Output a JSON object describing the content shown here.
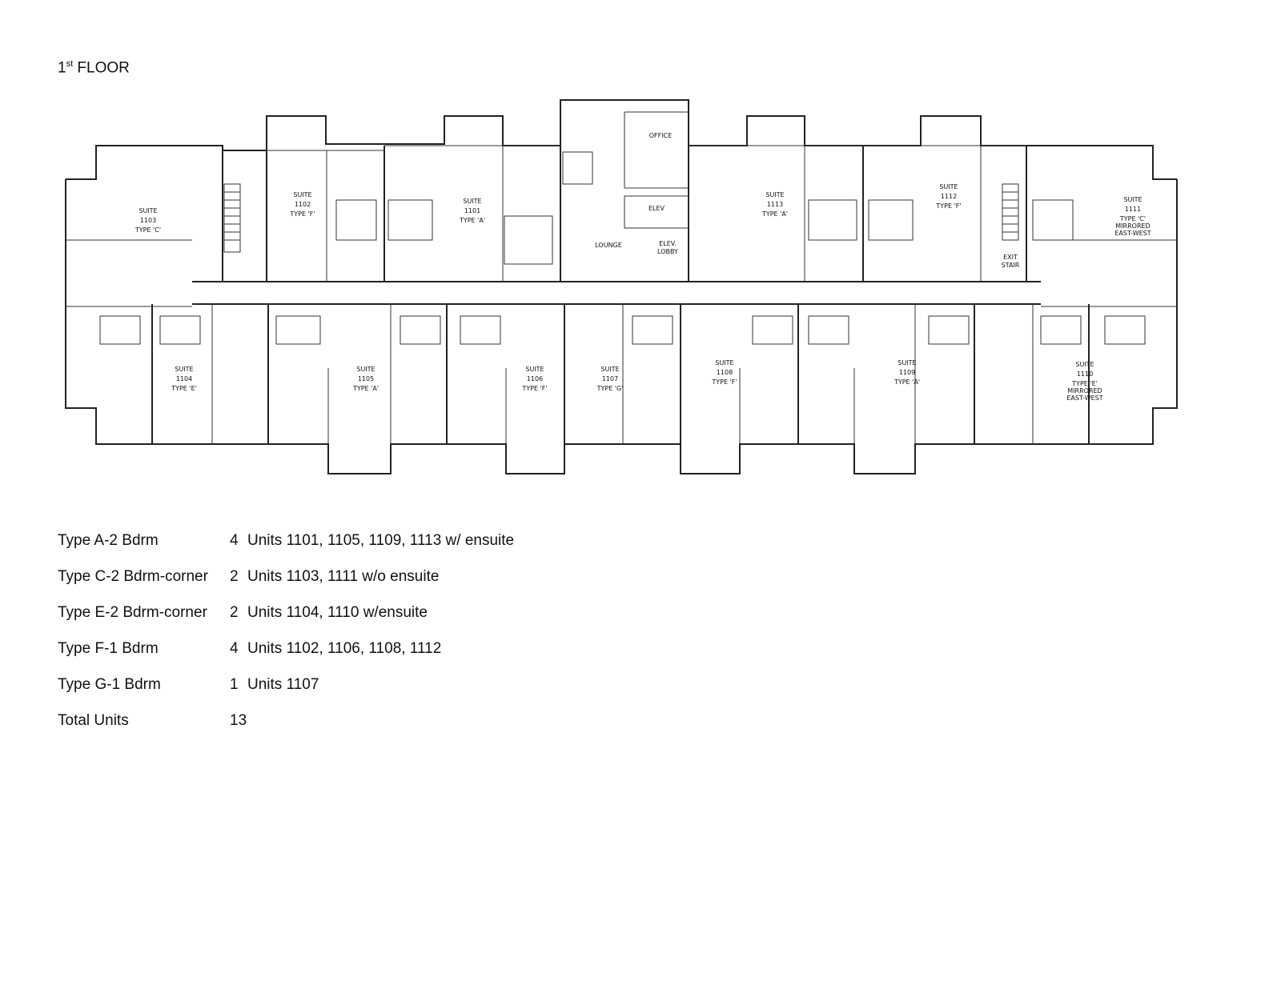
{
  "page": {
    "title_num": "1",
    "title_sup": "st",
    "title_rest": " FLOOR"
  },
  "plan": {
    "suites_top": [
      {
        "line1": "SUITE",
        "line2": "1103",
        "line3": "TYPE 'C'",
        "line4": "",
        "line5": ""
      },
      {
        "line1": "SUITE",
        "line2": "1102",
        "line3": "TYPE 'F'",
        "line4": "",
        "line5": ""
      },
      {
        "line1": "SUITE",
        "line2": "1101",
        "line3": "TYPE 'A'",
        "line4": "",
        "line5": ""
      },
      {
        "line1": "SUITE",
        "line2": "1113",
        "line3": "TYPE 'A'",
        "line4": "",
        "line5": ""
      },
      {
        "line1": "SUITE",
        "line2": "1112",
        "line3": "TYPE 'F'",
        "line4": "",
        "line5": ""
      },
      {
        "line1": "SUITE",
        "line2": "1111",
        "line3": "TYPE 'C'",
        "line4": "MIRRORED",
        "line5": "EAST-WEST"
      }
    ],
    "suites_bottom": [
      {
        "line1": "SUITE",
        "line2": "1104",
        "line3": "TYPE 'E'",
        "line4": "",
        "line5": ""
      },
      {
        "line1": "SUITE",
        "line2": "1105",
        "line3": "TYPE 'A'",
        "line4": "",
        "line5": ""
      },
      {
        "line1": "SUITE",
        "line2": "1106",
        "line3": "TYPE 'F'",
        "line4": "",
        "line5": ""
      },
      {
        "line1": "SUITE",
        "line2": "1107",
        "line3": "TYPE 'G'",
        "line4": "",
        "line5": ""
      },
      {
        "line1": "SUITE",
        "line2": "1108",
        "line3": "TYPE 'F'",
        "line4": "",
        "line5": ""
      },
      {
        "line1": "SUITE",
        "line2": "1109",
        "line3": "TYPE 'A'",
        "line4": "",
        "line5": ""
      },
      {
        "line1": "SUITE",
        "line2": "1110",
        "line3": "TYPE 'E'",
        "line4": "MIRRORED",
        "line5": "EAST-WEST"
      }
    ],
    "rooms": {
      "office": "OFFICE",
      "lounge": "LOUNGE",
      "elev_lobby_1": "ELEV.",
      "elev_lobby_2": "LOBBY",
      "elev": "ELEV",
      "exit_stair_1": "EXIT",
      "exit_stair_2": "STAIR"
    }
  },
  "summary": {
    "rows": [
      {
        "type": "Type A-2 Bdrm",
        "count": "4",
        "units": "Units 1101, 1105, 1109, 1113 w/ ensuite"
      },
      {
        "type": "Type C-2 Bdrm-corner",
        "count": "2",
        "units": "Units 1103, 1111 w/o ensuite"
      },
      {
        "type": "Type E-2 Bdrm-corner",
        "count": "2",
        "units": "Units 1104, 1110 w/ensuite"
      },
      {
        "type": "Type F-1 Bdrm",
        "count": "4",
        "units": "Units 1102, 1106, 1108, 1112"
      },
      {
        "type": "Type G-1 Bdrm",
        "count": "1",
        "units": "Units 1107"
      },
      {
        "type": "Total Units",
        "count": "13",
        "units": ""
      }
    ]
  }
}
